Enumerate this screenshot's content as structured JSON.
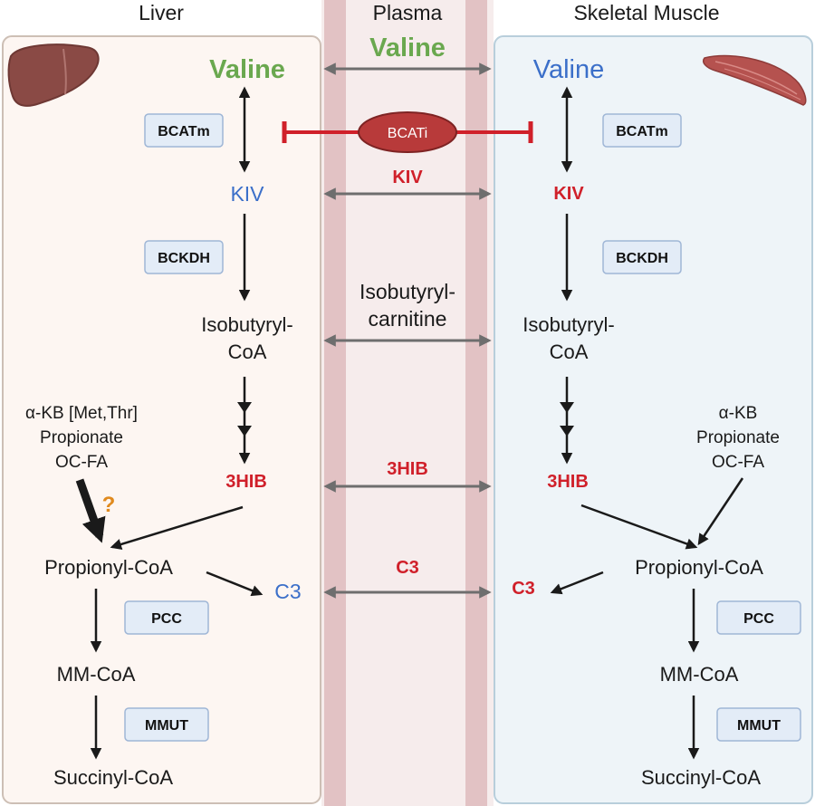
{
  "headers": {
    "liver": "Liver",
    "plasma": "Plasma",
    "muscle": "Skeletal Muscle"
  },
  "colors": {
    "green": "#6aa84f",
    "red": "#d0202a",
    "blue": "#3b6fc9",
    "orange": "#e08a1e",
    "inhibitor": "#b83a3a",
    "liver_panel": "#fdf6f2",
    "muscle_panel": "#eef4f8",
    "membrane": "#e2c2c4"
  },
  "icons": {
    "liver": "liver-organ-icon",
    "muscle": "muscle-tissue-icon"
  },
  "plasma": {
    "valine": "Valine",
    "kiv": "KIV",
    "carnitine_line1": "Isobutyryl-",
    "carnitine_line2": "carnitine",
    "hib": "3HIB",
    "c3": "C3"
  },
  "inhibitor": {
    "label": "BCATi"
  },
  "liver": {
    "valine": "Valine",
    "kiv": "KIV",
    "isobutyryl_line1": "Isobutyryl-",
    "isobutyryl_line2": "CoA",
    "hib": "3HIB",
    "sources_line1": "α-KB [Met,Thr]",
    "sources_line2": "Propionate",
    "sources_line3": "OC-FA",
    "question": "?",
    "propionyl": "Propionyl-CoA",
    "c3": "C3",
    "mmcoa": "MM-CoA",
    "succinyl": "Succinyl-CoA",
    "enzymes": {
      "bcatm": "BCATm",
      "bckdh": "BCKDH",
      "pcc": "PCC",
      "mmut": "MMUT"
    }
  },
  "muscle": {
    "valine": "Valine",
    "kiv": "KIV",
    "isobutyryl_line1": "Isobutyryl-",
    "isobutyryl_line2": "CoA",
    "hib": "3HIB",
    "sources_line1": "α-KB",
    "sources_line2": "Propionate",
    "sources_line3": "OC-FA",
    "propionyl": "Propionyl-CoA",
    "c3": "C3",
    "mmcoa": "MM-CoA",
    "succinyl": "Succinyl-CoA",
    "enzymes": {
      "bcatm": "BCATm",
      "bckdh": "BCKDH",
      "pcc": "PCC",
      "mmut": "MMUT"
    }
  }
}
